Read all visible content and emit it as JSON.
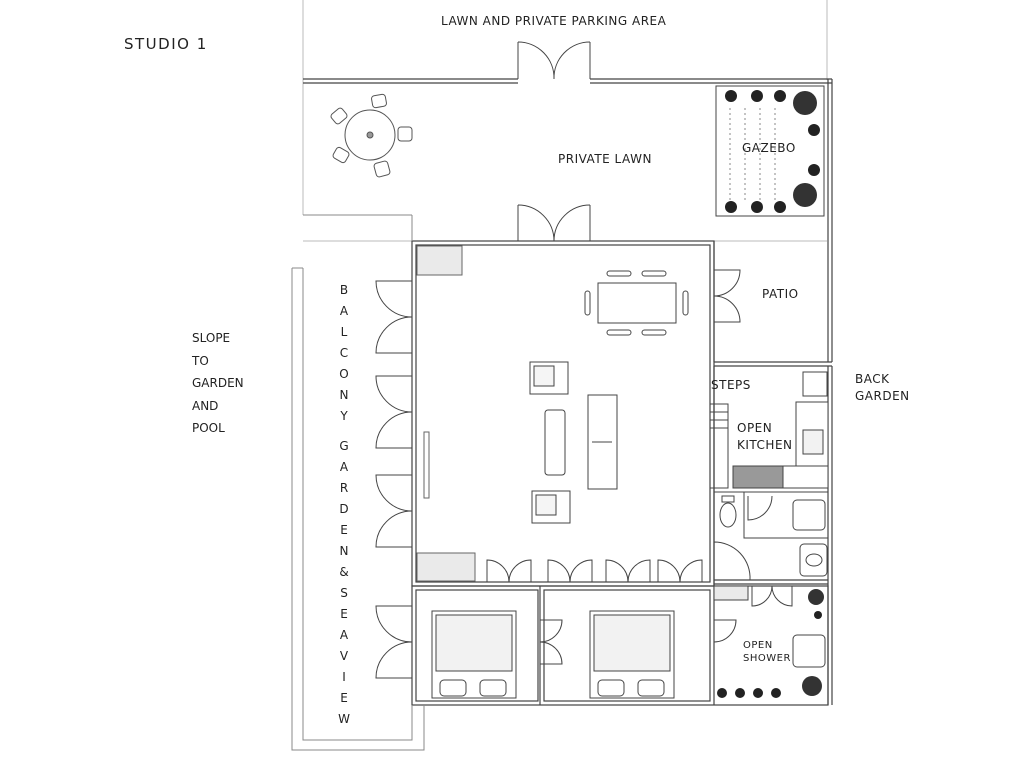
{
  "title": "STUDIO 1",
  "labels": {
    "parking": "LAWN  AND  PRIVATE PARKING AREA",
    "private_lawn": "PRIVATE LAWN",
    "gazebo": "GAZEBO",
    "patio": "PATIO",
    "steps": "STEPS",
    "open_kitchen_1": "OPEN",
    "open_kitchen_2": "KITCHEN",
    "back_garden_1": "BACK",
    "back_garden_2": "GARDEN",
    "open_shower_1": "OPEN",
    "open_shower_2": "SHOWER"
  },
  "slope_lines": [
    "SLOPE",
    "TO",
    "GARDEN",
    "AND",
    "POOL"
  ],
  "balcony_letters": [
    "B",
    "A",
    "L",
    "C",
    "O",
    "N",
    "Y"
  ],
  "garden_letters": [
    "G",
    "A",
    "R",
    "D",
    "E",
    "N",
    "&",
    "S",
    "E",
    "A",
    "V",
    "I",
    "E",
    "W"
  ]
}
